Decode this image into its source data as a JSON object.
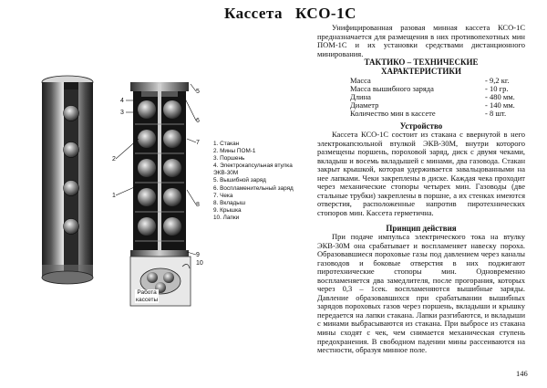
{
  "header": {
    "title": "Кассета",
    "model": "КСО-1С"
  },
  "intro": "Унифицированная разовая минная кассета КСО-1С предназначается для размещения в них противопехотных мин ПОМ-1С и их установки средствами дистанционного минирования.",
  "specs": {
    "heading_line1": "ТАКТИКО – ТЕХНИЧЕСКИЕ",
    "heading_line2": "ХАРАКТЕРИСТИКИ",
    "rows": [
      {
        "label": "Масса",
        "value": "- 9,2 кг."
      },
      {
        "label": "Масса вышибного заряда",
        "value": "- 10 гр."
      },
      {
        "label": "Длина",
        "value": "- 480 мм."
      },
      {
        "label": "Диаметр",
        "value": "- 140 мм."
      },
      {
        "label": "Количество мин в кассете",
        "value": "- 8 шт."
      }
    ]
  },
  "device": {
    "heading": "Устройство",
    "text": "Кассета КСО-1С состоит из стакана с ввернутой в него электрокапсюльной втулкой ЭКВ-30М, внутри которого размещены поршень, пороховой заряд, диск с двумя чеками, вкладыш и восемь вкладышей с минами, два газовода. Стакан закрыт крышкой, которая удерживается завальцованными на нее лапками. Чеки закреплены в диске. Каждая чека проходит через механические стопоры четырех мин. Газоводы (две стальные трубки) закреплены в поршне, а их стенках имеются отверстия, расположенные напротив пиротехнических стопоров мин. Кассета герметична."
  },
  "principle": {
    "heading": "Принцип действия",
    "text": "При подаче импульса электрического тока на втулку ЭКВ-30М она срабатывает и воспламеняет навеску пороха. Образовавшиеся пороховые газы под давлением через каналы газоводов и боковые отверстия в них поджигают пиротехнические стопоры мин. Одновременно воспламеняется два замедлителя, после прогорания, которых через 0,3 – 1сек. воспламеняются вышибные заряды. Давление образовавшихся при срабатывании вышибных зарядов пороховых газов через поршень, вкладыши и крышку передается на лапки стакана. Лапки разгибаются, и вкладыши с минами выбрасываются из стакана. При выбросе из стакана мины сходят с чек, чем снимается механическая ступень предохранения. В свободном падении мины рассеиваются на местности, образуя минное поле."
  },
  "legend": [
    "1. Стакан",
    "2. Мины ПОМ-1",
    "3. Поршень",
    "4. Электрокапсульная втулка",
    "ЭКВ-30М",
    "5. Вышибной заряд",
    "6. Воспламенительный заряд",
    "7. Чека",
    "8. Вкладыш",
    "9. Крышка",
    "10. Лапки"
  ],
  "callouts": [
    "1",
    "2",
    "3",
    "4",
    "5",
    "6",
    "7",
    "8",
    "9",
    "10"
  ],
  "caption": [
    "Работа",
    "кассеты"
  ],
  "page_number": "146"
}
